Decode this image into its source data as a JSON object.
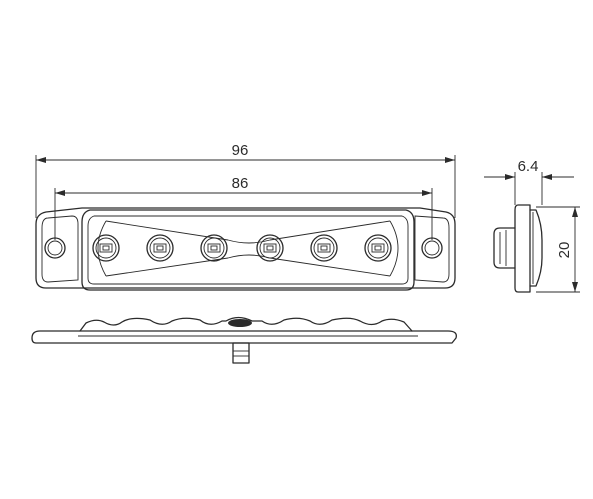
{
  "dimensions": {
    "overall_length": "96",
    "hole_spacing": "86",
    "depth": "6.4",
    "height": "20"
  },
  "led_count": 6,
  "colors": {
    "line": "#2b2b2b",
    "background": "#ffffff"
  }
}
